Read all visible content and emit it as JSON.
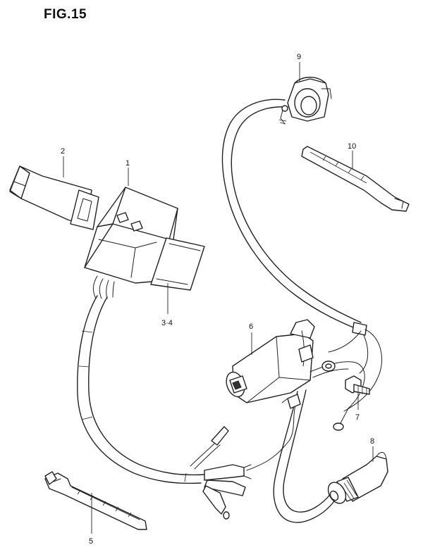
{
  "figure": {
    "title": "FIG.15"
  },
  "callouts": {
    "c1": "1",
    "c2": "2",
    "c34": "3·4",
    "c5": "5",
    "c6": "6",
    "c7": "7",
    "c8": "8",
    "c9": "9",
    "c10": "10"
  }
}
